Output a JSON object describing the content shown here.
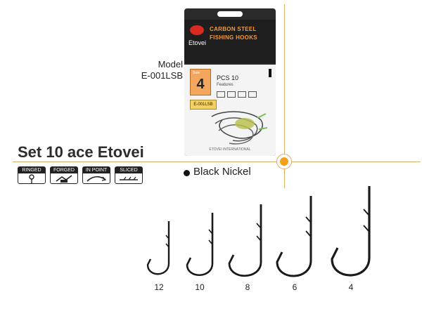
{
  "package": {
    "brand": "Etovei",
    "title_line1": "CARBON STEEL",
    "title_line2": "FISHING HOOKS",
    "size_tag": "Size",
    "size": "4",
    "pcs": "PCS 10",
    "features": "Features",
    "model_tag": "E-001LSB",
    "footer": "ETOVEI INTERNATIONAL"
  },
  "model": {
    "label": "Model",
    "code": "E-001LSB"
  },
  "set_title": "Set 10 ace Etovei",
  "features": [
    {
      "label": "RINGED",
      "icon": "ringed-icon"
    },
    {
      "label": "FORGED",
      "icon": "forged-icon"
    },
    {
      "label": "IN POINT",
      "icon": "in-point-icon"
    },
    {
      "label": "SLICED",
      "icon": "sliced-icon"
    }
  ],
  "finish": "Black Nickel",
  "hook_sizes": [
    "12",
    "10",
    "8",
    "6",
    "4"
  ],
  "colors": {
    "accent": "#f0a21b",
    "guide": "#d9b06a",
    "package_dark": "#2b2b2b",
    "title_orange": "#f39a3a"
  }
}
